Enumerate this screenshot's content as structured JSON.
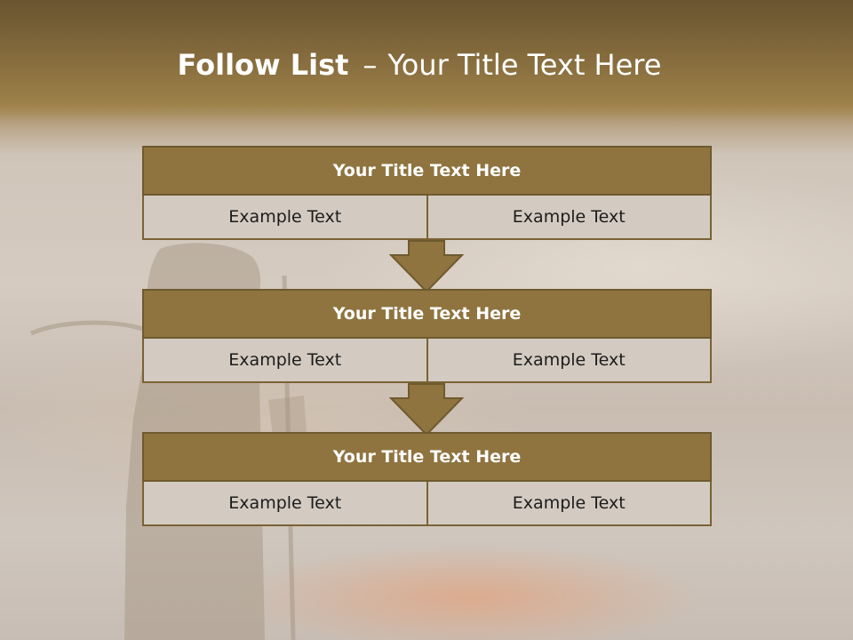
{
  "title": {
    "bold": "Follow List",
    "separator": "–",
    "rest": "Your Title Text Here"
  },
  "steps": [
    {
      "heading": "Your Title Text Here",
      "left": "Example Text",
      "right": "Example Text"
    },
    {
      "heading": "Your Title Text Here",
      "left": "Example Text",
      "right": "Example Text"
    },
    {
      "heading": "Your Title Text Here",
      "left": "Example Text",
      "right": "Example Text"
    }
  ],
  "colors": {
    "header_fill": "#8f743f",
    "cell_fill": "#d3cbc1",
    "border": "#6e5a2e",
    "arrow_fill": "#8f743f"
  },
  "icons": [
    "down-arrow-icon",
    "down-arrow-icon"
  ]
}
